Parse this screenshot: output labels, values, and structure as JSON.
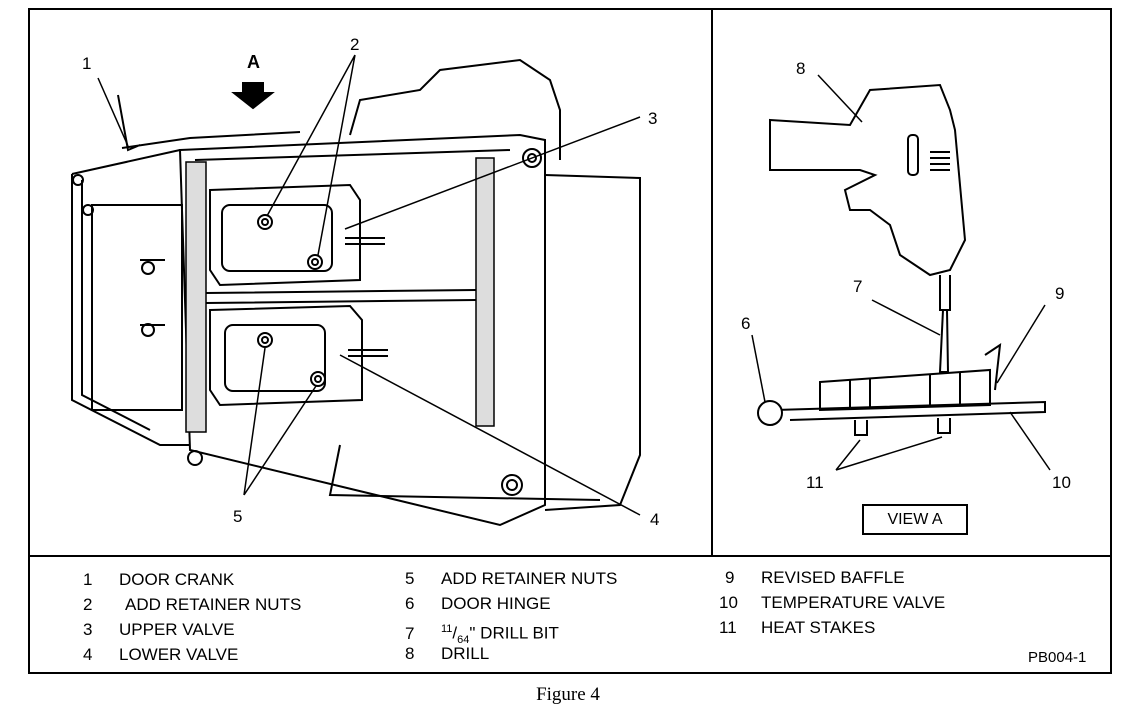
{
  "diagram": {
    "main_view": {
      "arrow_label": "A",
      "callouts": [
        "1",
        "2",
        "3",
        "4",
        "5"
      ]
    },
    "view_a": {
      "box_label": "VIEW A",
      "callouts": [
        "6",
        "7",
        "8",
        "9",
        "10",
        "11"
      ]
    }
  },
  "legend": [
    {
      "num": "1",
      "text": "DOOR CRANK"
    },
    {
      "num": "2",
      "text": "ADD RETAINER NUTS"
    },
    {
      "num": "3",
      "text": "UPPER VALVE"
    },
    {
      "num": "4",
      "text": "LOWER VALVE"
    },
    {
      "num": "5",
      "text": "ADD RETAINER NUTS"
    },
    {
      "num": "6",
      "text": "DOOR HINGE"
    },
    {
      "num": "7",
      "text_sup": "11",
      "text_sub": "64",
      "text_rest": "\" DRILL BIT"
    },
    {
      "num": "8",
      "text": "DRILL"
    },
    {
      "num": "9",
      "text": "REVISED BAFFLE"
    },
    {
      "num": "10",
      "text": "TEMPERATURE VALVE"
    },
    {
      "num": "11",
      "text": "HEAT STAKES"
    }
  ],
  "figure_code": "PB004-1",
  "caption": "Figure 4"
}
